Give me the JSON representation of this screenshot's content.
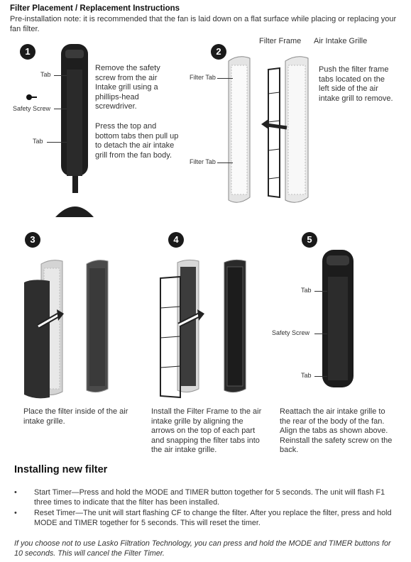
{
  "title": "Filter Placement / Replacement Instructions",
  "preinstall_note": "Pre-installation note: it is recommended that the fan is laid down on a flat surface while placing or replacing your fan filter.",
  "steps": [
    {
      "number": "1",
      "label_tab_top": "Tab",
      "label_screw": "Safety Screw",
      "label_tab_bottom": "Tab",
      "text_a": "Remove the safety screw from the air Intake grill using a phillips-head screwdriver.",
      "text_b": "Press the top and bottom tabs then pull up to detach the air intake grill from the fan body."
    },
    {
      "number": "2",
      "label_filter_frame": "Filter Frame",
      "label_air_intake": "Air Intake Grille",
      "label_filter_tab_top": "Filter Tab",
      "label_filter_tab_bottom": "Filter Tab",
      "text": "Push the filter frame tabs located on the left side of the air intake grill to remove."
    },
    {
      "number": "3",
      "text": "Place the filter inside of the air intake grille."
    },
    {
      "number": "4",
      "text": "Install the Filter Frame to the air intake grille by aligning the arrows on the top of each part and snapping the filter tabs into the air intake grille."
    },
    {
      "number": "5",
      "label_tab_top": "Tab",
      "label_screw": "Safety Screw",
      "label_tab_bottom": "Tab",
      "text": "Reattach the air intake grille to the rear of the body of the fan. Align the tabs as shown above. Reinstall the safety screw on the back."
    }
  ],
  "installing": {
    "heading": "Installing new filter",
    "bullets": [
      "Start Timer—Press and hold the MODE and TIMER button together for 5 seconds. The unit will flash F1 three times to indicate that the filter has been installed.",
      "Reset Timer—The unit will start flashing CF to change the filter. After you replace the filter, press and hold MODE and TIMER together for 5 seconds. This will reset the timer."
    ],
    "bullet_glyph": "•",
    "note": "If you choose not to use Lasko Filtration Technology, you can press and hold the MODE and TIMER buttons for 10 seconds. This will cancel the Filter Timer."
  }
}
